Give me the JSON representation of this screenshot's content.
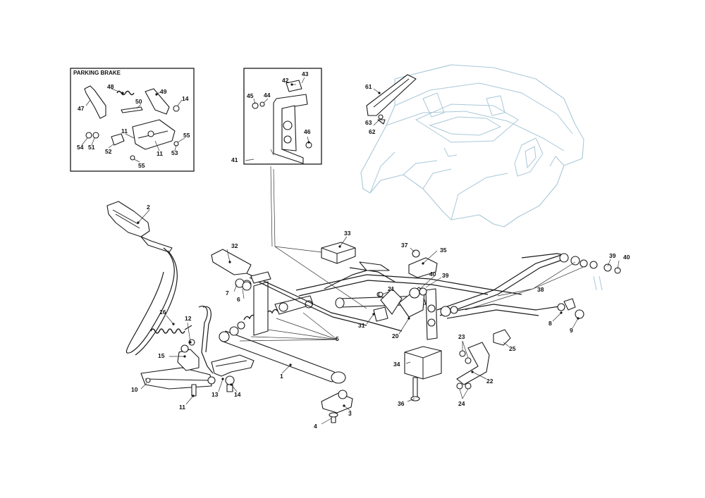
{
  "insets": {
    "parking_brake": {
      "title": "PARKING BRAKE"
    }
  },
  "callouts": {
    "n1": "1",
    "n2": "2",
    "n3": "3",
    "n4": "4",
    "n5": "5",
    "n6": "6",
    "n7": "7",
    "n8": "8",
    "n9": "9",
    "n10": "10",
    "n11a": "11",
    "n12": "12",
    "n13": "13",
    "n14a": "14",
    "n15": "15",
    "n16": "16",
    "n20": "20",
    "n21": "21",
    "n22": "22",
    "n23": "23",
    "n24": "24",
    "n25": "25",
    "n31": "31",
    "n32": "32",
    "n33": "33",
    "n34": "34",
    "n35": "35",
    "n36": "36",
    "n37": "37",
    "n38": "38",
    "n39a": "39",
    "n39b": "39",
    "n40a": "40",
    "n40b": "40",
    "n41": "41",
    "n42": "42",
    "n43": "43",
    "n44": "44",
    "n45": "45",
    "n46": "46",
    "n61": "61",
    "n62": "62",
    "n63": "63",
    "pb_n47": "47",
    "pb_n48": "48",
    "pb_n49": "49",
    "pb_n50": "50",
    "pb_n14": "14",
    "pb_n11a": "11",
    "pb_n11b": "11",
    "pb_n51": "51",
    "pb_n52": "52",
    "pb_n53": "53",
    "pb_n54": "54",
    "pb_n55a": "55",
    "pb_n55b": "55"
  }
}
